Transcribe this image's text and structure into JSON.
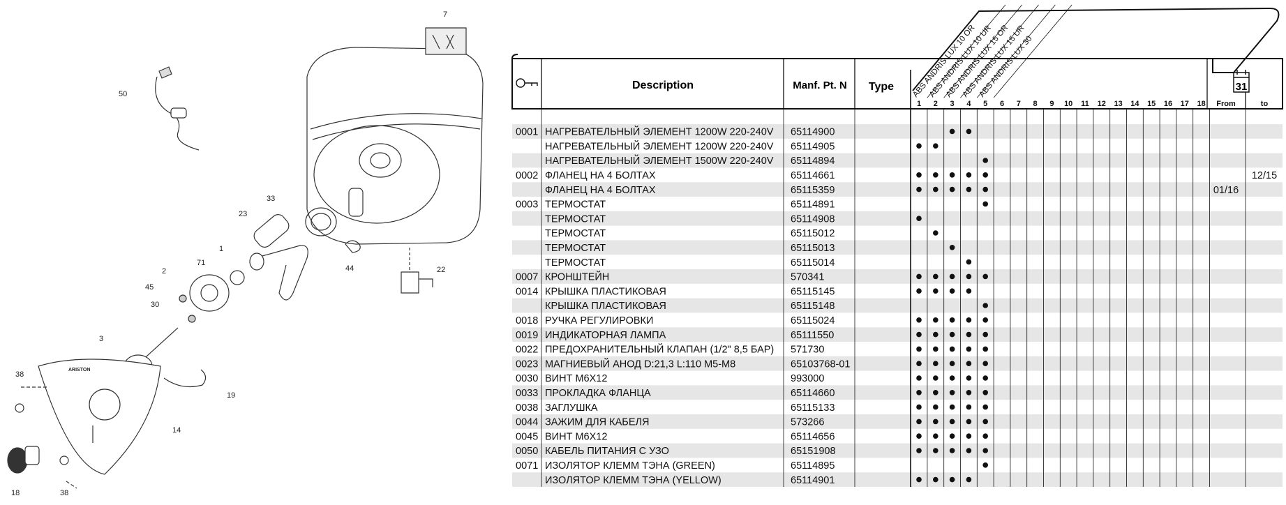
{
  "header": {
    "description": "Description",
    "manf_pt": "Manf. Pt. N",
    "type": "Type",
    "from": "From",
    "to": "to",
    "calendar_day": "31"
  },
  "models": [
    "ABS ANDRIS LUX 10 OR",
    "ABS ANDRIS LUX 10 UR",
    "ABS ANDRIS LUX 15 OR",
    "ABS ANDRIS LUX 15 UR",
    "ABS ANDRIS LUX 30"
  ],
  "model_columns": [
    "1",
    "2",
    "3",
    "4",
    "5",
    "6",
    "7",
    "8",
    "9",
    "10",
    "11",
    "12",
    "13",
    "14",
    "15",
    "16",
    "17",
    "18"
  ],
  "rows": [
    {
      "code": "0001",
      "desc": "НАГРЕВАТЕЛЬНЫЙ ЭЛЕМЕНТ 1200W 220-240V",
      "pn": "65114900",
      "models": [
        3,
        4
      ],
      "from": "",
      "to": ""
    },
    {
      "code": "",
      "desc": "НАГРЕВАТЕЛЬНЫЙ ЭЛЕМЕНТ 1200W 220-240V",
      "pn": "65114905",
      "models": [
        1,
        2
      ],
      "from": "",
      "to": ""
    },
    {
      "code": "",
      "desc": "НАГРЕВАТЕЛЬНЫЙ ЭЛЕМЕНТ 1500W 220-240V",
      "pn": "65114894",
      "models": [
        5
      ],
      "from": "",
      "to": ""
    },
    {
      "code": "0002",
      "desc": "ФЛАНЕЦ НА 4 БОЛТАХ",
      "pn": "65114661",
      "models": [
        1,
        2,
        3,
        4,
        5
      ],
      "from": "",
      "to": "12/15"
    },
    {
      "code": "",
      "desc": "ФЛАНЕЦ НА 4 БОЛТАХ",
      "pn": "65115359",
      "models": [
        1,
        2,
        3,
        4,
        5
      ],
      "from": "01/16",
      "to": ""
    },
    {
      "code": "0003",
      "desc": "ТЕРМОСТАТ",
      "pn": "65114891",
      "models": [
        5
      ],
      "from": "",
      "to": ""
    },
    {
      "code": "",
      "desc": "ТЕРМОСТАТ",
      "pn": "65114908",
      "models": [
        1
      ],
      "from": "",
      "to": ""
    },
    {
      "code": "",
      "desc": "ТЕРМОСТАТ",
      "pn": "65115012",
      "models": [
        2
      ],
      "from": "",
      "to": ""
    },
    {
      "code": "",
      "desc": "ТЕРМОСТАТ",
      "pn": "65115013",
      "models": [
        3
      ],
      "from": "",
      "to": ""
    },
    {
      "code": "",
      "desc": "ТЕРМОСТАТ",
      "pn": "65115014",
      "models": [
        4
      ],
      "from": "",
      "to": ""
    },
    {
      "code": "0007",
      "desc": "КРОНШТЕЙН",
      "pn": "570341",
      "models": [
        1,
        2,
        3,
        4,
        5
      ],
      "from": "",
      "to": ""
    },
    {
      "code": "0014",
      "desc": "КРЫШКА ПЛАСТИКОВАЯ",
      "pn": "65115145",
      "models": [
        1,
        2,
        3,
        4
      ],
      "from": "",
      "to": ""
    },
    {
      "code": "",
      "desc": "КРЫШКА ПЛАСТИКОВАЯ",
      "pn": "65115148",
      "models": [
        5
      ],
      "from": "",
      "to": ""
    },
    {
      "code": "0018",
      "desc": "РУЧКА РЕГУЛИРОВКИ",
      "pn": "65115024",
      "models": [
        1,
        2,
        3,
        4,
        5
      ],
      "from": "",
      "to": ""
    },
    {
      "code": "0019",
      "desc": "ИНДИКАТОРНАЯ ЛАМПА",
      "pn": "65111550",
      "models": [
        1,
        2,
        3,
        4,
        5
      ],
      "from": "",
      "to": ""
    },
    {
      "code": "0022",
      "desc": "ПРЕДОХРАНИТЕЛЬНЫЙ КЛАПАН (1/2\" 8,5 БАР)",
      "pn": "571730",
      "models": [
        1,
        2,
        3,
        4,
        5
      ],
      "from": "",
      "to": ""
    },
    {
      "code": "0023",
      "desc": "МАГНИЕВЫЙ АНОД D:21,3 L:110 M5-M8",
      "pn": "65103768-01",
      "models": [
        1,
        2,
        3,
        4,
        5
      ],
      "from": "",
      "to": ""
    },
    {
      "code": "0030",
      "desc": "ВИНТ M6X12",
      "pn": "993000",
      "models": [
        1,
        2,
        3,
        4,
        5
      ],
      "from": "",
      "to": ""
    },
    {
      "code": "0033",
      "desc": "ПРОКЛАДКА ФЛАНЦА",
      "pn": "65114660",
      "models": [
        1,
        2,
        3,
        4,
        5
      ],
      "from": "",
      "to": ""
    },
    {
      "code": "0038",
      "desc": "ЗАГЛУШКА",
      "pn": "65115133",
      "models": [
        1,
        2,
        3,
        4,
        5
      ],
      "from": "",
      "to": ""
    },
    {
      "code": "0044",
      "desc": "ЗАЖИМ ДЛЯ КАБЕЛЯ",
      "pn": "573266",
      "models": [
        1,
        2,
        3,
        4,
        5
      ],
      "from": "",
      "to": ""
    },
    {
      "code": "0045",
      "desc": "ВИНТ M6X12",
      "pn": "65114656",
      "models": [
        1,
        2,
        3,
        4,
        5
      ],
      "from": "",
      "to": ""
    },
    {
      "code": "0050",
      "desc": "КАБЕЛЬ ПИТАНИЯ С УЗО",
      "pn": "65151908",
      "models": [
        1,
        2,
        3,
        4,
        5
      ],
      "from": "",
      "to": ""
    },
    {
      "code": "0071",
      "desc": "ИЗОЛЯТОР КЛЕММ ТЭНА (GREEN)",
      "pn": "65114895",
      "models": [
        5
      ],
      "from": "",
      "to": ""
    },
    {
      "code": "",
      "desc": "ИЗОЛЯТОР КЛЕММ ТЭНА (YELLOW)",
      "pn": "65114901",
      "models": [
        1,
        2,
        3,
        4
      ],
      "from": "",
      "to": ""
    }
  ],
  "diagram": {
    "brand": "ARISTON",
    "callouts": [
      "7",
      "50",
      "33",
      "23",
      "1",
      "71",
      "2",
      "45",
      "30",
      "44",
      "22",
      "3",
      "38",
      "19",
      "14",
      "18",
      "38"
    ]
  },
  "colors": {
    "stripe": "#e6e6e6",
    "line": "#111111",
    "dot": "#111111"
  }
}
